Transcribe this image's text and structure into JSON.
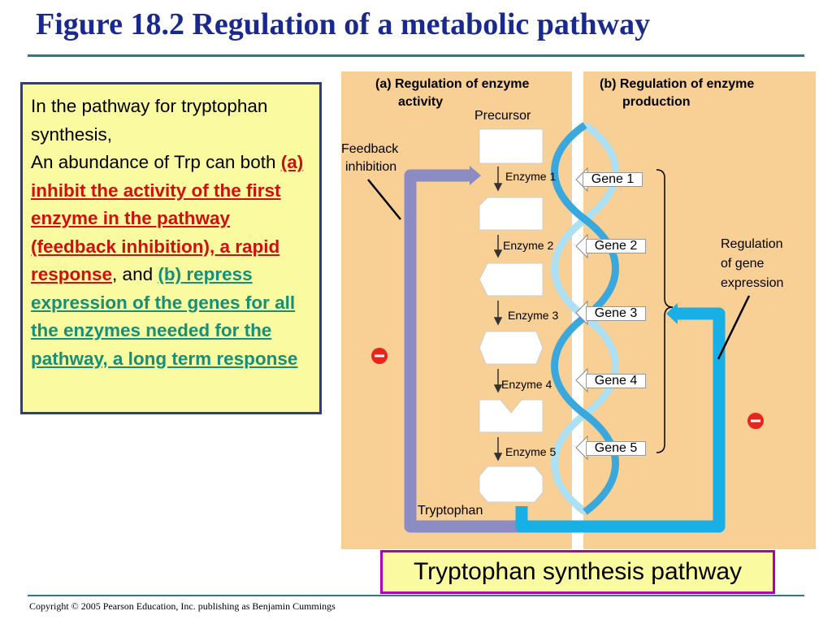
{
  "slide": {
    "title": "Figure 18.2 Regulation of a metabolic pathway",
    "copyright": "Copyright © 2005 Pearson Education, Inc. publishing as Benjamin Cummings"
  },
  "textbox": {
    "line1": "In the pathway for tryptophan synthesis,",
    "line2_start": "An abundance of Trp can both ",
    "part_a": "(a) inhibit the activity of the first enzyme in the pathway (feedback inhibition), a rapid response",
    "connector": ", and ",
    "part_b": "(b) repress expression of the genes for all the enzymes needed for the pathway, a long term response"
  },
  "diagram": {
    "panel_a_title_1": "(a) Regulation of enzyme",
    "panel_a_title_2": "activity",
    "panel_b_title_1": "(b) Regulation of enzyme",
    "panel_b_title_2": "production",
    "precursor": "Precursor",
    "feedback_1": "Feedback",
    "feedback_2": "inhibition",
    "enzymes": [
      "Enzyme 1",
      "Enzyme 2",
      "Enzyme 3",
      "Enzyme 4",
      "Enzyme 5"
    ],
    "genes": [
      "Gene 1",
      "Gene 2",
      "Gene 3",
      "Gene 4",
      "Gene 5"
    ],
    "regulation_1": "Regulation",
    "regulation_2": "of gene",
    "regulation_3": "expression",
    "product": "Tryptophan",
    "colors": {
      "panel_bg": "#f8cf95",
      "feedback_arrow": "#8c8cc4",
      "repression_arrow": "#18aee6",
      "dna_blue": "#3aa8dc",
      "dna_light": "#aee0f4",
      "inhibit_sign": "#e8241c"
    }
  },
  "caption": "Tryptophan synthesis pathway"
}
